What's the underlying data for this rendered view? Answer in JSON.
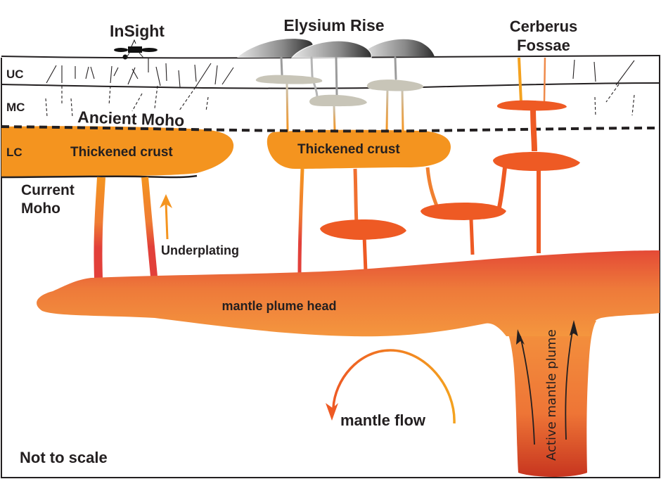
{
  "title_labels": {
    "insight": "InSight",
    "elysium": "Elysium Rise",
    "cerberus_line1": "Cerberus",
    "cerberus_line2": "Fossae"
  },
  "layers": {
    "upper_crust": "UC",
    "middle_crust": "MC",
    "lower_crust": "LC"
  },
  "boundaries": {
    "ancient_moho": "Ancient Moho",
    "current_moho_line1": "Current",
    "current_moho_line2": "Moho"
  },
  "bodies": {
    "thickened_crust_left": "Thickened crust",
    "thickened_crust_center": "Thickened crust",
    "plume_head": "mantle plume head",
    "active_plume": "Active mantle plume"
  },
  "processes": {
    "underplating": "Underplating",
    "mantle_flow": "mantle flow"
  },
  "note": "Not to scale",
  "colors": {
    "crust_orange": "#f4941f",
    "magma_red_orange": "#ee5a24",
    "plume_red": "#e2403a",
    "volcano_grey": "#c8c5b8",
    "text": "#231f20"
  }
}
